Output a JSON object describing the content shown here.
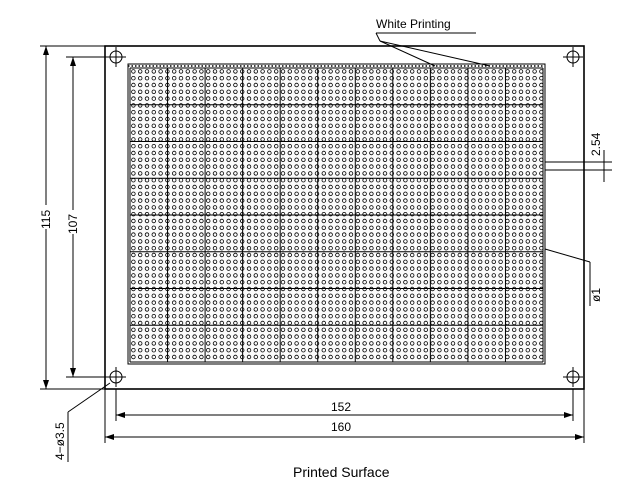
{
  "labels": {
    "white_printing": "White Printing",
    "pitch": "2.54",
    "hole_diameter": "ø1",
    "mount_holes": "4−ø3.5",
    "board_width": "160",
    "grid_width": "152",
    "board_height": "115",
    "grid_height": "107",
    "caption": "Printed Surface"
  }
}
